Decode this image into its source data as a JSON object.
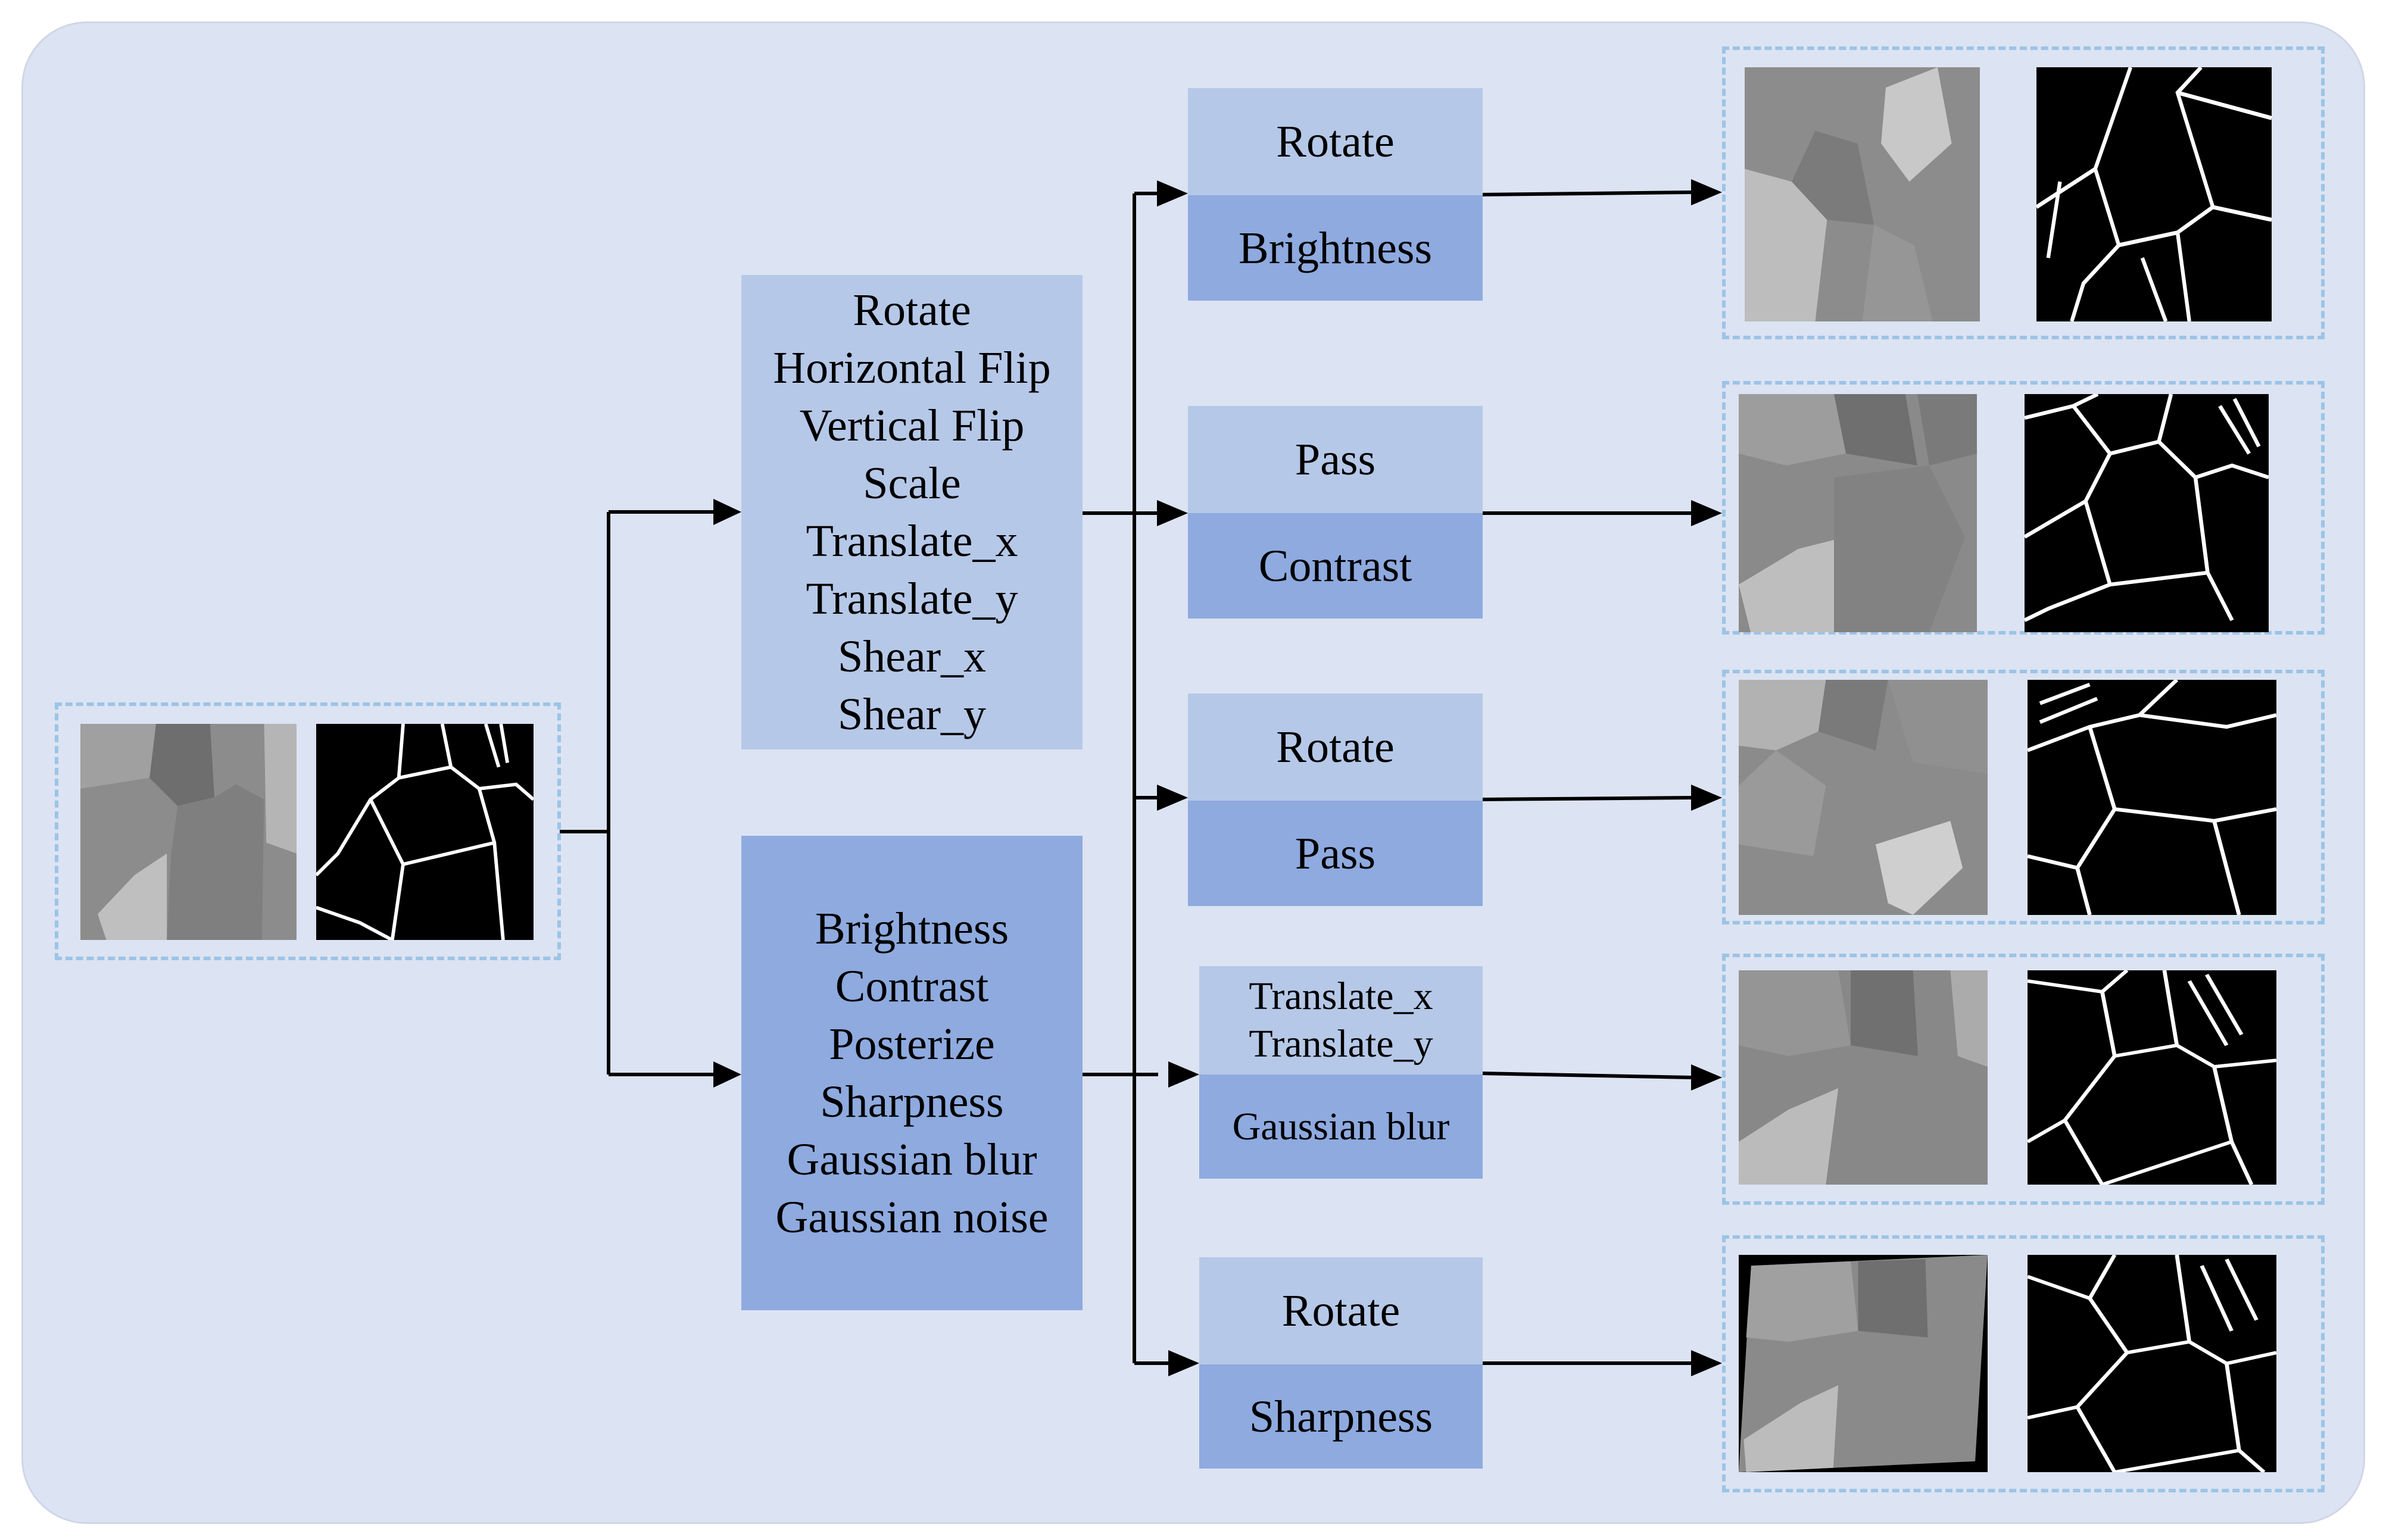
{
  "input": {
    "image_icon": "grain-micrograph",
    "label_icon": "grain-boundary-mask"
  },
  "geometric_box": {
    "items": [
      "Rotate",
      "Horizontal Flip",
      "Vertical Flip",
      "Scale",
      "Translate_x",
      "Translate_y",
      "Shear_x",
      "Shear_y"
    ]
  },
  "photometric_box": {
    "items": [
      "Brightness",
      "Contrast",
      "Posterize",
      "Sharpness",
      "Gaussian blur",
      "Gaussian noise"
    ]
  },
  "combos": [
    {
      "top": "Rotate",
      "bottom": "Brightness"
    },
    {
      "top": "Pass",
      "bottom": "Contrast"
    },
    {
      "top": "Rotate",
      "bottom": "Pass"
    },
    {
      "top_lines": [
        "Translate_x",
        "Translate_y"
      ],
      "bottom": "Gaussian blur"
    },
    {
      "top": "Rotate",
      "bottom": "Sharpness"
    }
  ],
  "colors": {
    "background_panel": "#dce3f2",
    "light_box": "#b6c8e8",
    "dark_box": "#8eaadf",
    "dashed_border": "#9cc4e6",
    "arrow": "#000000"
  }
}
